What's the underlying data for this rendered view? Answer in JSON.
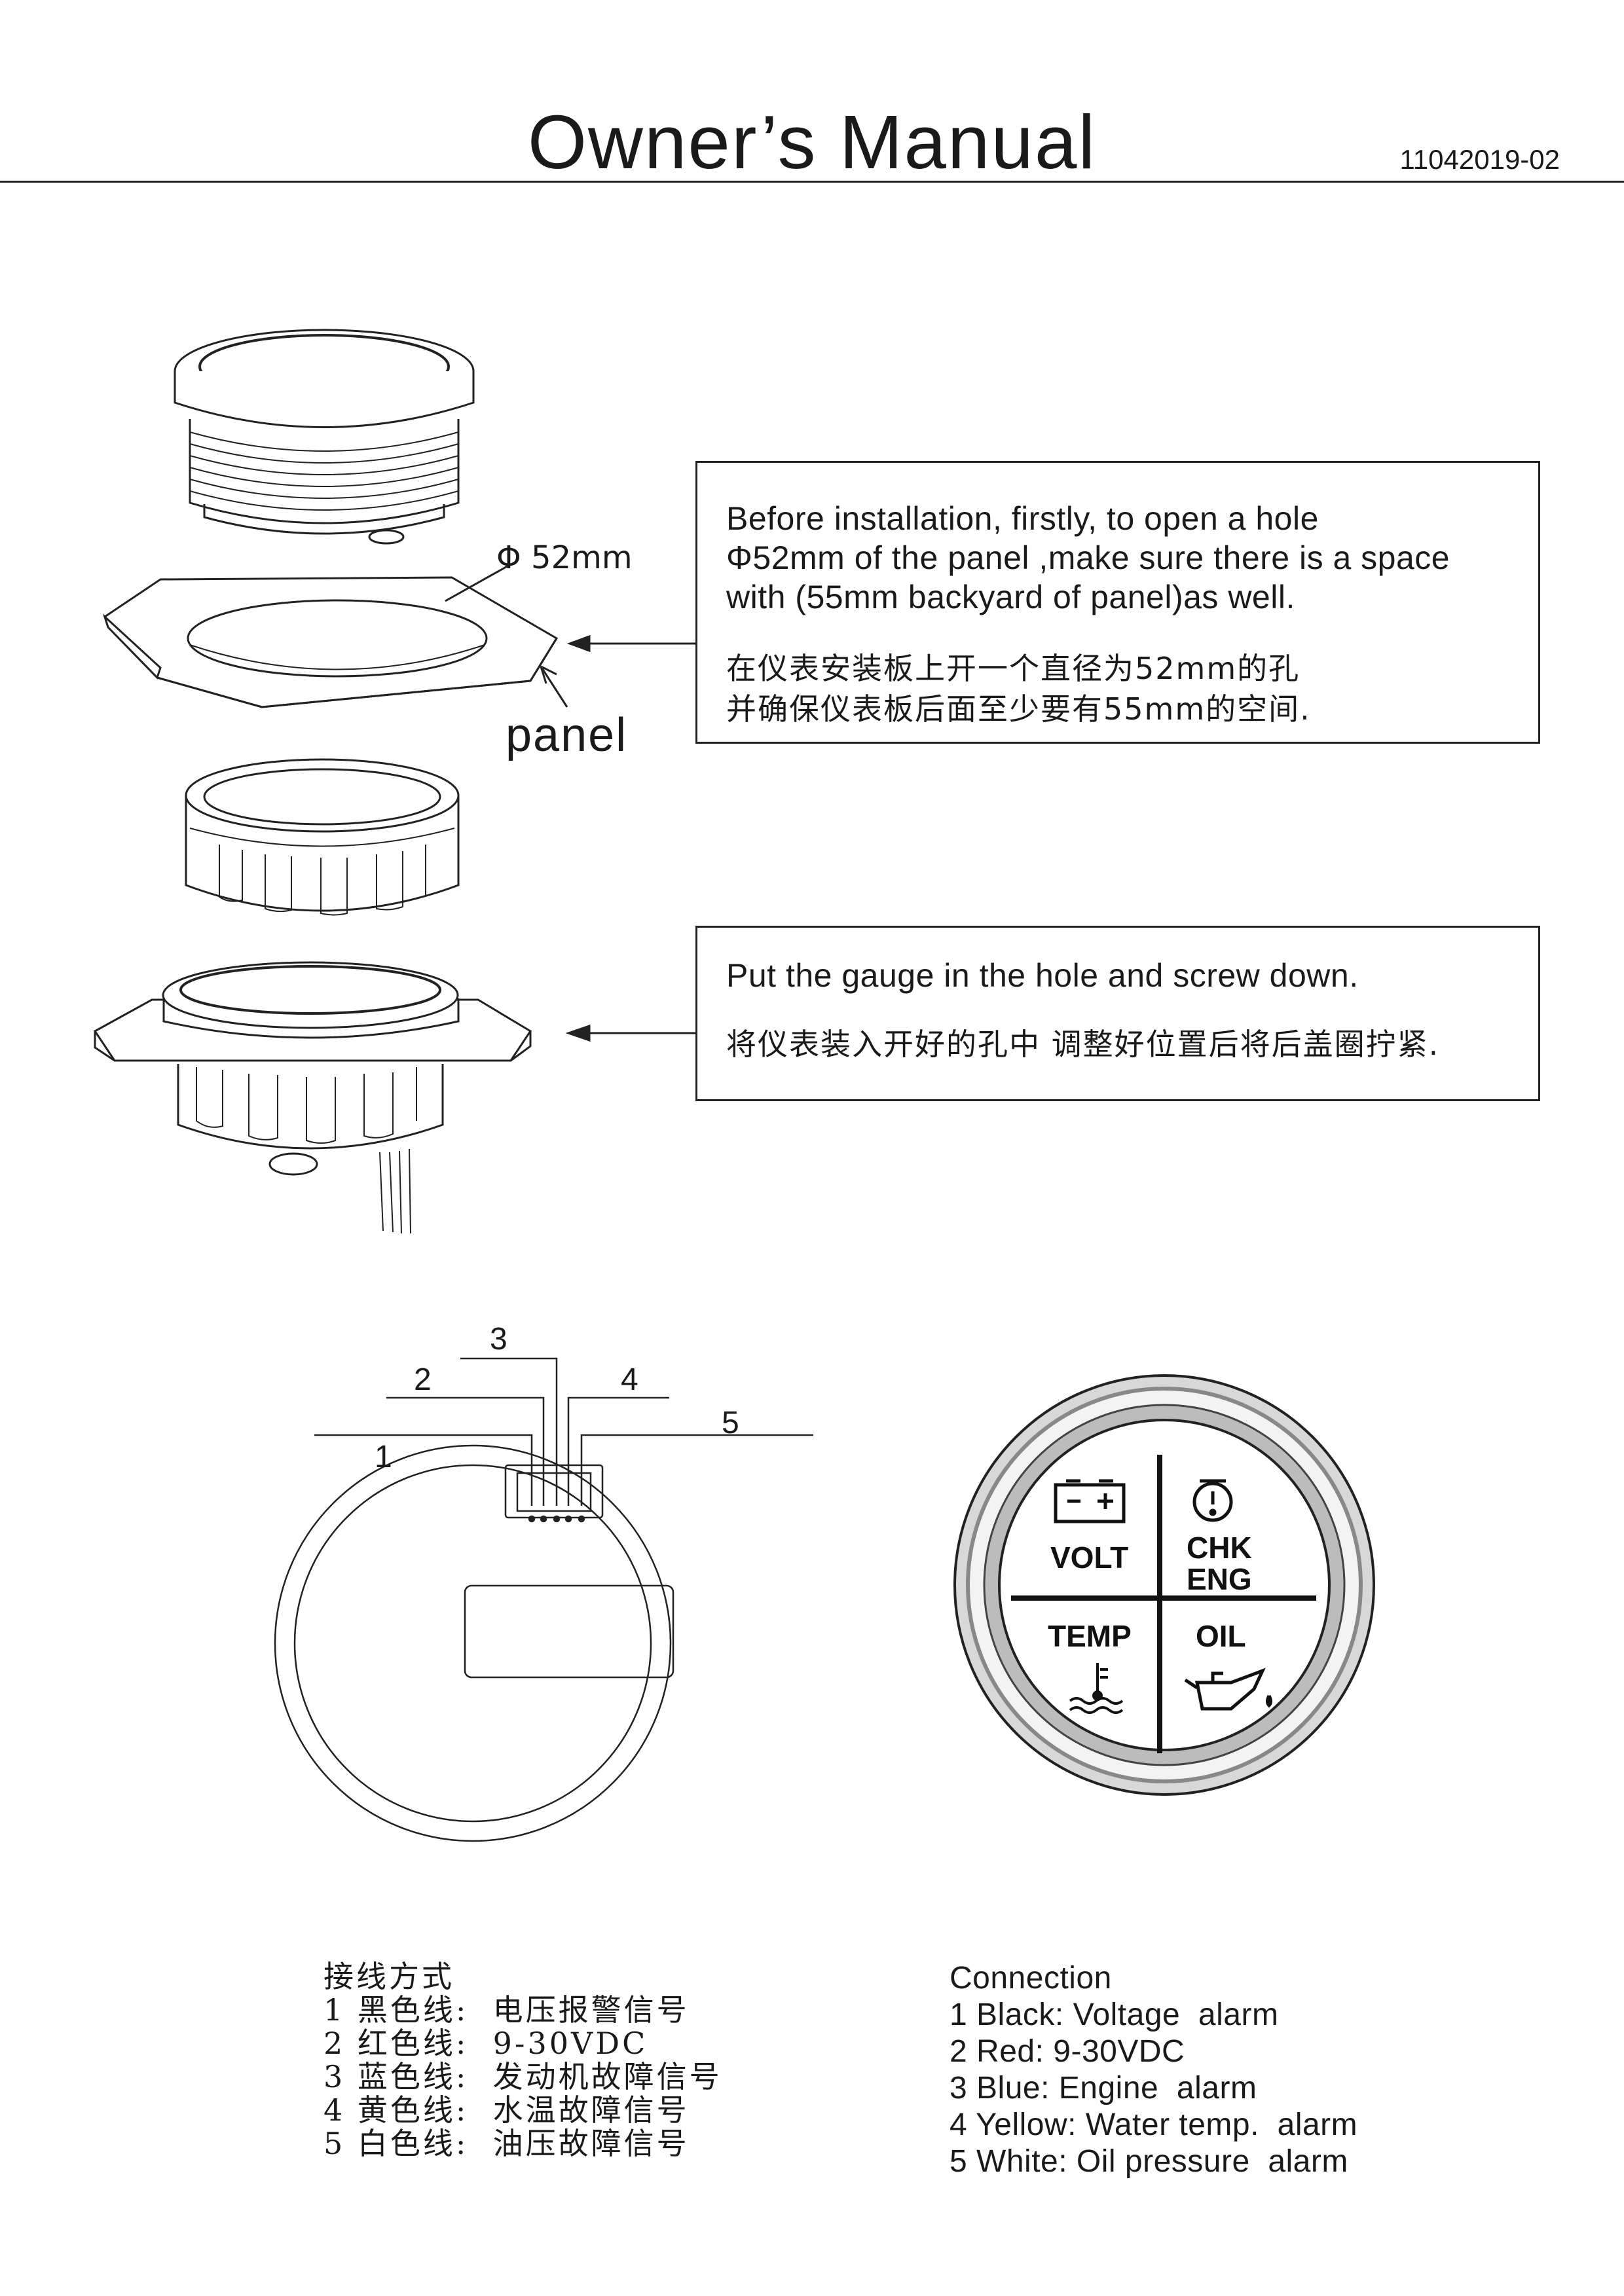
{
  "header": {
    "title": "Owner’s Manual",
    "doc_number": "11042019-02"
  },
  "step1": {
    "diameter_label": "Φ 52mm",
    "panel_label": "panel",
    "en_lines": [
      "Before installation, firstly, to open a hole",
      "Φ52mm of the panel ,make sure there is a space",
      "with (55mm backyard of panel)as well."
    ],
    "zh_lines": [
      "在仪表安装板上开一个直径为52mm的孔",
      "并确保仪表板后面至少要有55mm的空间."
    ]
  },
  "step2": {
    "en": "Put the gauge in the hole and screw down.",
    "zh": "将仪表装入开好的孔中 调整好位置后将后盖圈拧紧."
  },
  "wiring": {
    "pins": [
      "1",
      "2",
      "3",
      "4",
      "5"
    ]
  },
  "gauge": {
    "quadrants": {
      "volt": "VOLT",
      "chk_line1": "CHK",
      "chk_line2": "ENG",
      "temp": "TEMP",
      "oil": "OIL"
    }
  },
  "connection_zh": {
    "title": "接线方式",
    "items": [
      "1 黑色线:  电压报警信号",
      "2 红色线:  9-30VDC",
      "3 蓝色线:  发动机故障信号",
      "4 黄色线:  水温故障信号",
      "5 白色线:  油压故障信号"
    ]
  },
  "connection_en": {
    "title": "Connection",
    "items": [
      "1 Black: Voltage  alarm",
      "2 Red: 9-30VDC",
      "3 Blue: Engine  alarm",
      "4 Yellow: Water temp.  alarm",
      "5 White: Oil pressure  alarm"
    ]
  }
}
